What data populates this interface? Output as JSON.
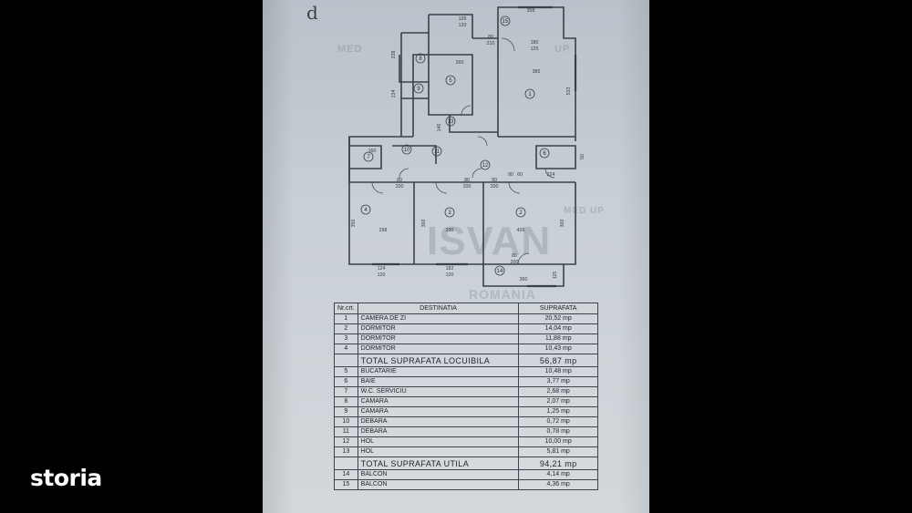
{
  "corner_mark": "d",
  "watermarks": [
    "MED",
    "UP",
    "ISVAN",
    "ROMANIA",
    "MED UP"
  ],
  "plan": {
    "rooms": [
      "1",
      "2",
      "3",
      "4",
      "5",
      "6",
      "7",
      "8",
      "9",
      "10",
      "11",
      "12",
      "13",
      "14",
      "15"
    ],
    "dims": [
      "358",
      "126",
      "120",
      "180",
      "125",
      "385",
      "80",
      "210",
      "260",
      "228",
      "134",
      "533",
      "140",
      "90",
      "60",
      "160",
      "224",
      "80",
      "200",
      "80",
      "200",
      "90",
      "200",
      "350",
      "298",
      "360",
      "330",
      "300",
      "426",
      "80",
      "200",
      "124",
      "120",
      "182",
      "120",
      "360",
      "115",
      "50"
    ]
  },
  "table": {
    "headers": [
      "Nr.crt.",
      "DESTINATIA",
      "SUPRAFATA"
    ],
    "rows": [
      {
        "nr": "1",
        "dest": "CAMERA DE ZI",
        "area": "20,52 mp"
      },
      {
        "nr": "2",
        "dest": "DORMITOR",
        "area": "14,04 mp"
      },
      {
        "nr": "3",
        "dest": "DORMITOR",
        "area": "11,88 mp"
      },
      {
        "nr": "4",
        "dest": "DORMITOR",
        "area": "10,43 mp"
      },
      {
        "nr": "",
        "dest": "TOTAL SUPRAFATA LOCUIBILA",
        "area": "56,87 mp"
      },
      {
        "nr": "5",
        "dest": "BUCATARIE",
        "area": "10,48 mp"
      },
      {
        "nr": "6",
        "dest": "BAIE",
        "area": "3,77 mp"
      },
      {
        "nr": "7",
        "dest": "W.C. SERVICIU",
        "area": "2,68 mp"
      },
      {
        "nr": "8",
        "dest": "CAMARA",
        "area": "2,07 mp"
      },
      {
        "nr": "9",
        "dest": "CAMARA",
        "area": "1,25 mp"
      },
      {
        "nr": "10",
        "dest": "DEBARA",
        "area": "0,72 mp"
      },
      {
        "nr": "11",
        "dest": "DEBARA",
        "area": "0,78 mp"
      },
      {
        "nr": "12",
        "dest": "HOL",
        "area": "10,00 mp"
      },
      {
        "nr": "13",
        "dest": "HOL",
        "area": "5,81 mp"
      },
      {
        "nr": "",
        "dest": "TOTAL SUPRAFATA UTILA",
        "area": "94,21 mp"
      },
      {
        "nr": "14",
        "dest": "BALCON",
        "area": "4,14 mp"
      },
      {
        "nr": "15",
        "dest": "BALCON",
        "area": "4,36 mp"
      }
    ]
  },
  "logo": "storia"
}
